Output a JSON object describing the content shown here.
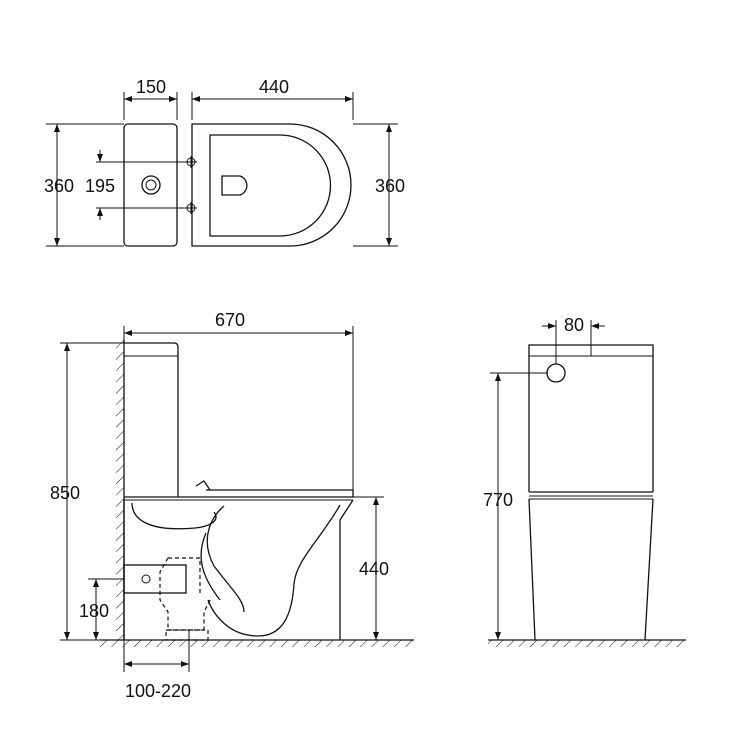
{
  "colors": {
    "line": "#111111",
    "background": "#ffffff"
  },
  "top_view": {
    "tank_depth": "150",
    "bowl_length": "440",
    "tank_width": "360",
    "bowl_width": "360",
    "inlet_spacing": "195"
  },
  "side_view": {
    "total_length": "670",
    "total_height": "850",
    "seat_height": "440",
    "outlet_height": "180",
    "wall_distance": "100-220"
  },
  "front_view": {
    "button_offset": "80",
    "button_height": "770"
  }
}
